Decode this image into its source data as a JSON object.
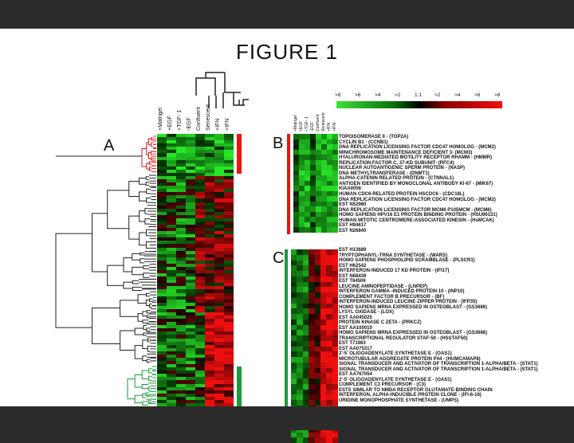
{
  "title": "FIGURE 1",
  "panels": {
    "a": "A",
    "b": "B",
    "c": "C"
  },
  "conditions": [
    "+Matrigel",
    "+EGF",
    "+TGF- 1",
    "-EGF",
    "Confluent",
    "Senescent",
    "+IFN",
    "+IFN"
  ],
  "scale_labels": [
    ">8",
    ">6",
    ">4",
    ">2",
    "1:1",
    ">2",
    ">4",
    ">6",
    ">8"
  ],
  "colors": {
    "up": "#e81010",
    "down": "#2fd02f",
    "cluster_red": "#ee1111",
    "cluster_green": "#1a9a3a"
  },
  "panel_b_genes": [
    "TOPOISOMERASE II - (TOP2A)",
    "CYCLIN B1 - (CCNB1)",
    "DNA REPLICATION LICENSING FACTOR CDC47 HOMOLOG - (MCM2)",
    "MINICHROMOSOME MAINTENANCE DEFICIENT 3- (MCM3)",
    "HYALURONAN-MEDIATED MOTILITY RECEPTOR  RHAMM - (HMMR)",
    "REPLICATION FACTOR C, 37-KD SUBUNIT- (RFC4)",
    "NUCLEAR AUTOANTIGENIC SPERM PROTEIN - (NASP)",
    "DNA METHYLTRANSFERASE - (DNMT1)",
    "ALPHA-CATENIN RELATED PROTEIN - (CTNNAL1)",
    "ANTIGEN IDENTIFIED BY MONOCLONAL ANTIBODY KI-67 - (MIK67)",
    "KIAA0056",
    "HUMAN CDC6-RELATED PROTEIN  HSCDC6 - (CDC18L)",
    "DNA REPLICATION LICENSING FACTOR CDC47 HOMOLOG - (MCM2)",
    "EST N52980",
    "DNA REPLICATION LICENSING FACTOR MCM6  P105MCM - (MCM6)",
    "HOMO SAPIENS HPV16 E1 PROTEIN BINDING PROTEIN - (HSU96131)",
    "HUMAN MITOTIC CENTROMERE-ASSOCIATED KINESIN - (HsMCAK)",
    "EST H94617",
    "EST N26840"
  ],
  "panel_c_genes": [
    "EST H13689",
    "TRYPTOPHANYL-TRNA SYNTHETASE - (WARS)",
    "HOMO SAPIENS PHOSPHOLIPID SCRAMBLASE - (PLSCR1)",
    "EST H62542",
    "INTERFERON-INDUCED 17 KD PROTEIN - (IFI17)",
    "EST N68439",
    "EST T84506",
    "LEUCINE AMINOPEPTIDASE - (LNPEP)",
    "INTERFERON  GAMMA -INDUCED PROTEIN 10 - (INP10)",
    "COMPLEMENT FACTOR B PRECURSOR - (BF)",
    "INTERFERON-INDUCED LEUCINE ZIPPER PROTEIN - (IFP35)",
    "HOMO SAPIENS MRNA EXPRESSED IN OSTEOBLAST - (GS3686)",
    "LYSYL OXIDASE - (LOX)",
    "EST AA045025",
    "PROTEIN KINASE C ZETA - (PRKCZ)",
    "EST AA100010",
    "HOMO SAPIENS MRNA EXPRESSED IN OSTEOBLAST - (GS3686)",
    "TRANSCRIPTIONAL REGULATOR STAF-50 - (HSSTAF50)",
    "EST T71983",
    "EST AA075317",
    "2'-5'  OLIGOADENYLATE SYNTHETASE E - (OAS1)",
    "MICROTUBULAR AGGREGATE PROTEIN P44 - (HUMCAMAP8)",
    "SIGNAL TRANSDUCER AND ACTIVATOR OF TRANSCRIPTION 1-ALPHA/BETA - (STAT1)",
    "SIGNAL TRANSDUCER AND ACTIVATOR OF TRANSCRIPTION 1-ALPHA/BETA - (STAT1)",
    "EST AA767054",
    "2'-5'  OLIGOADENYLATE SYNTHETASE E - (OAS1)",
    "COMPLEMENT C3 PRECURSOR - (C3)",
    "ESTS SIMILAR TO NMDA RECEPTOR GLUTAMATE-BINDING CHAIN",
    "INTERFERON, ALPHA-INDUCIBLE PROTEIN  CLONE - (IFI-6-16)",
    "URIDINE MONOPHOSPHATE SYNTHETASE - (UMPS)"
  ]
}
